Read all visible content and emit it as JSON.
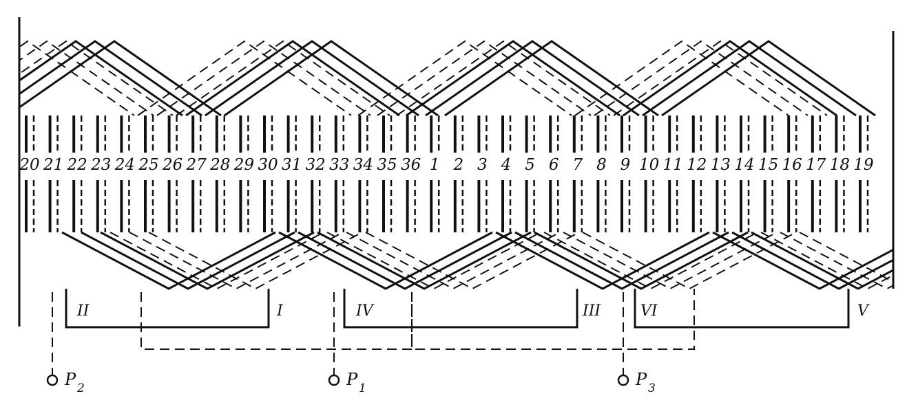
{
  "diagram": {
    "slots": [
      "20",
      "21",
      "22",
      "23",
      "24",
      "25",
      "26",
      "27",
      "28",
      "29",
      "30",
      "31",
      "32",
      "33",
      "34",
      "35",
      "36",
      "1",
      "2",
      "3",
      "4",
      "5",
      "6",
      "7",
      "8",
      "9",
      "10",
      "11",
      "12",
      "13",
      "14",
      "15",
      "16",
      "17",
      "18",
      "19"
    ],
    "groups": [
      {
        "label": "II"
      },
      {
        "label": "I"
      },
      {
        "label": "IV"
      },
      {
        "label": "III"
      },
      {
        "label": "VI"
      },
      {
        "label": "V"
      }
    ],
    "terminals": [
      {
        "letter": "P",
        "sub": "2"
      },
      {
        "letter": "P",
        "sub": "1"
      },
      {
        "letter": "P",
        "sub": "3"
      }
    ],
    "colors": {
      "ink": "#111111",
      "paper": "#ffffff"
    }
  }
}
